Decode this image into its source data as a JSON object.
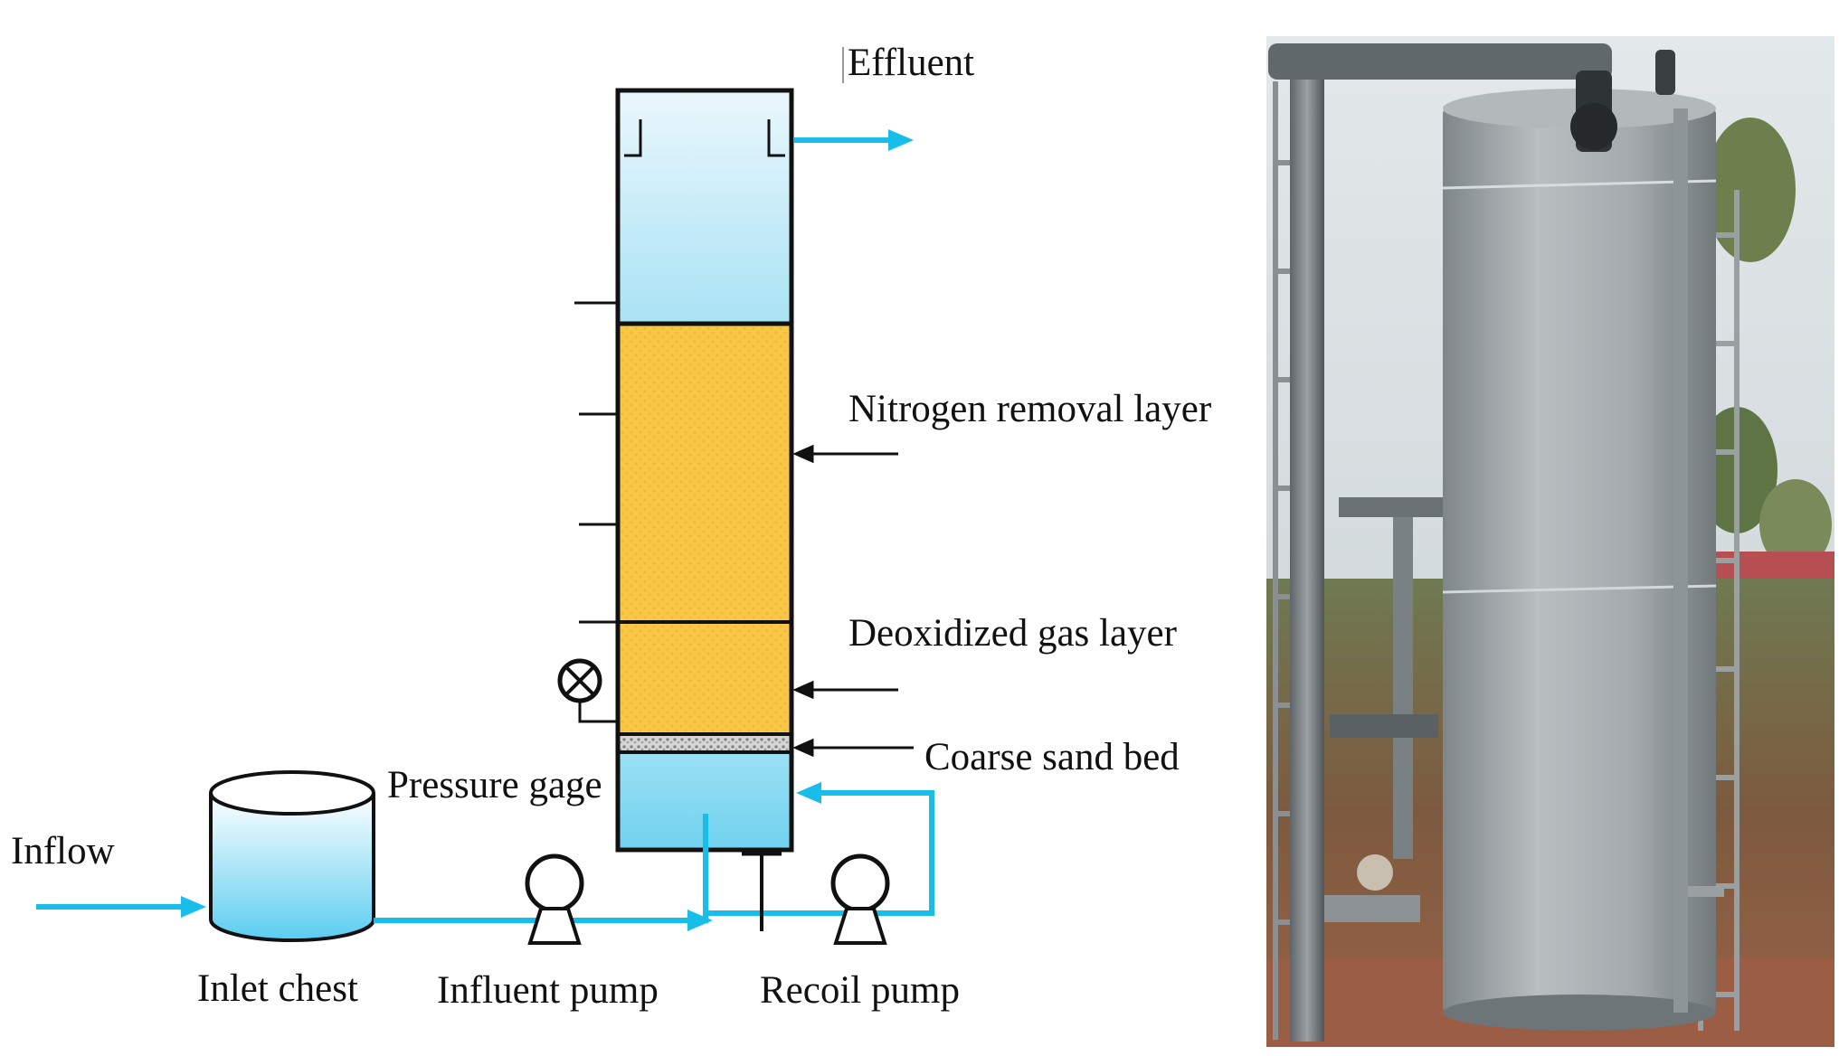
{
  "labels": {
    "effluent": "Effluent",
    "nitrogen_layer": "Nitrogen removal layer",
    "deoxidized_layer": "Deoxidized gas layer",
    "coarse_sand": "Coarse sand bed",
    "pressure_gage": "Pressure gage",
    "inflow": "Inflow",
    "inlet_chest": "Inlet chest",
    "influent_pump": "Influent pump",
    "recoil_pump": "Recoil pump"
  },
  "colors": {
    "water_flow": "#19bde9",
    "water_fill_top": "#dff3fb",
    "water_fill_bottom": "#8fdcf3",
    "media_fill": "#f8c845",
    "outline": "#111111",
    "photo_sky": "#c9d3d8",
    "photo_tank": "#9aa1a4",
    "photo_ground": "#8a5a3c"
  },
  "icons": {
    "pump": "pump-icon",
    "gauge": "pressure-gauge-icon"
  }
}
